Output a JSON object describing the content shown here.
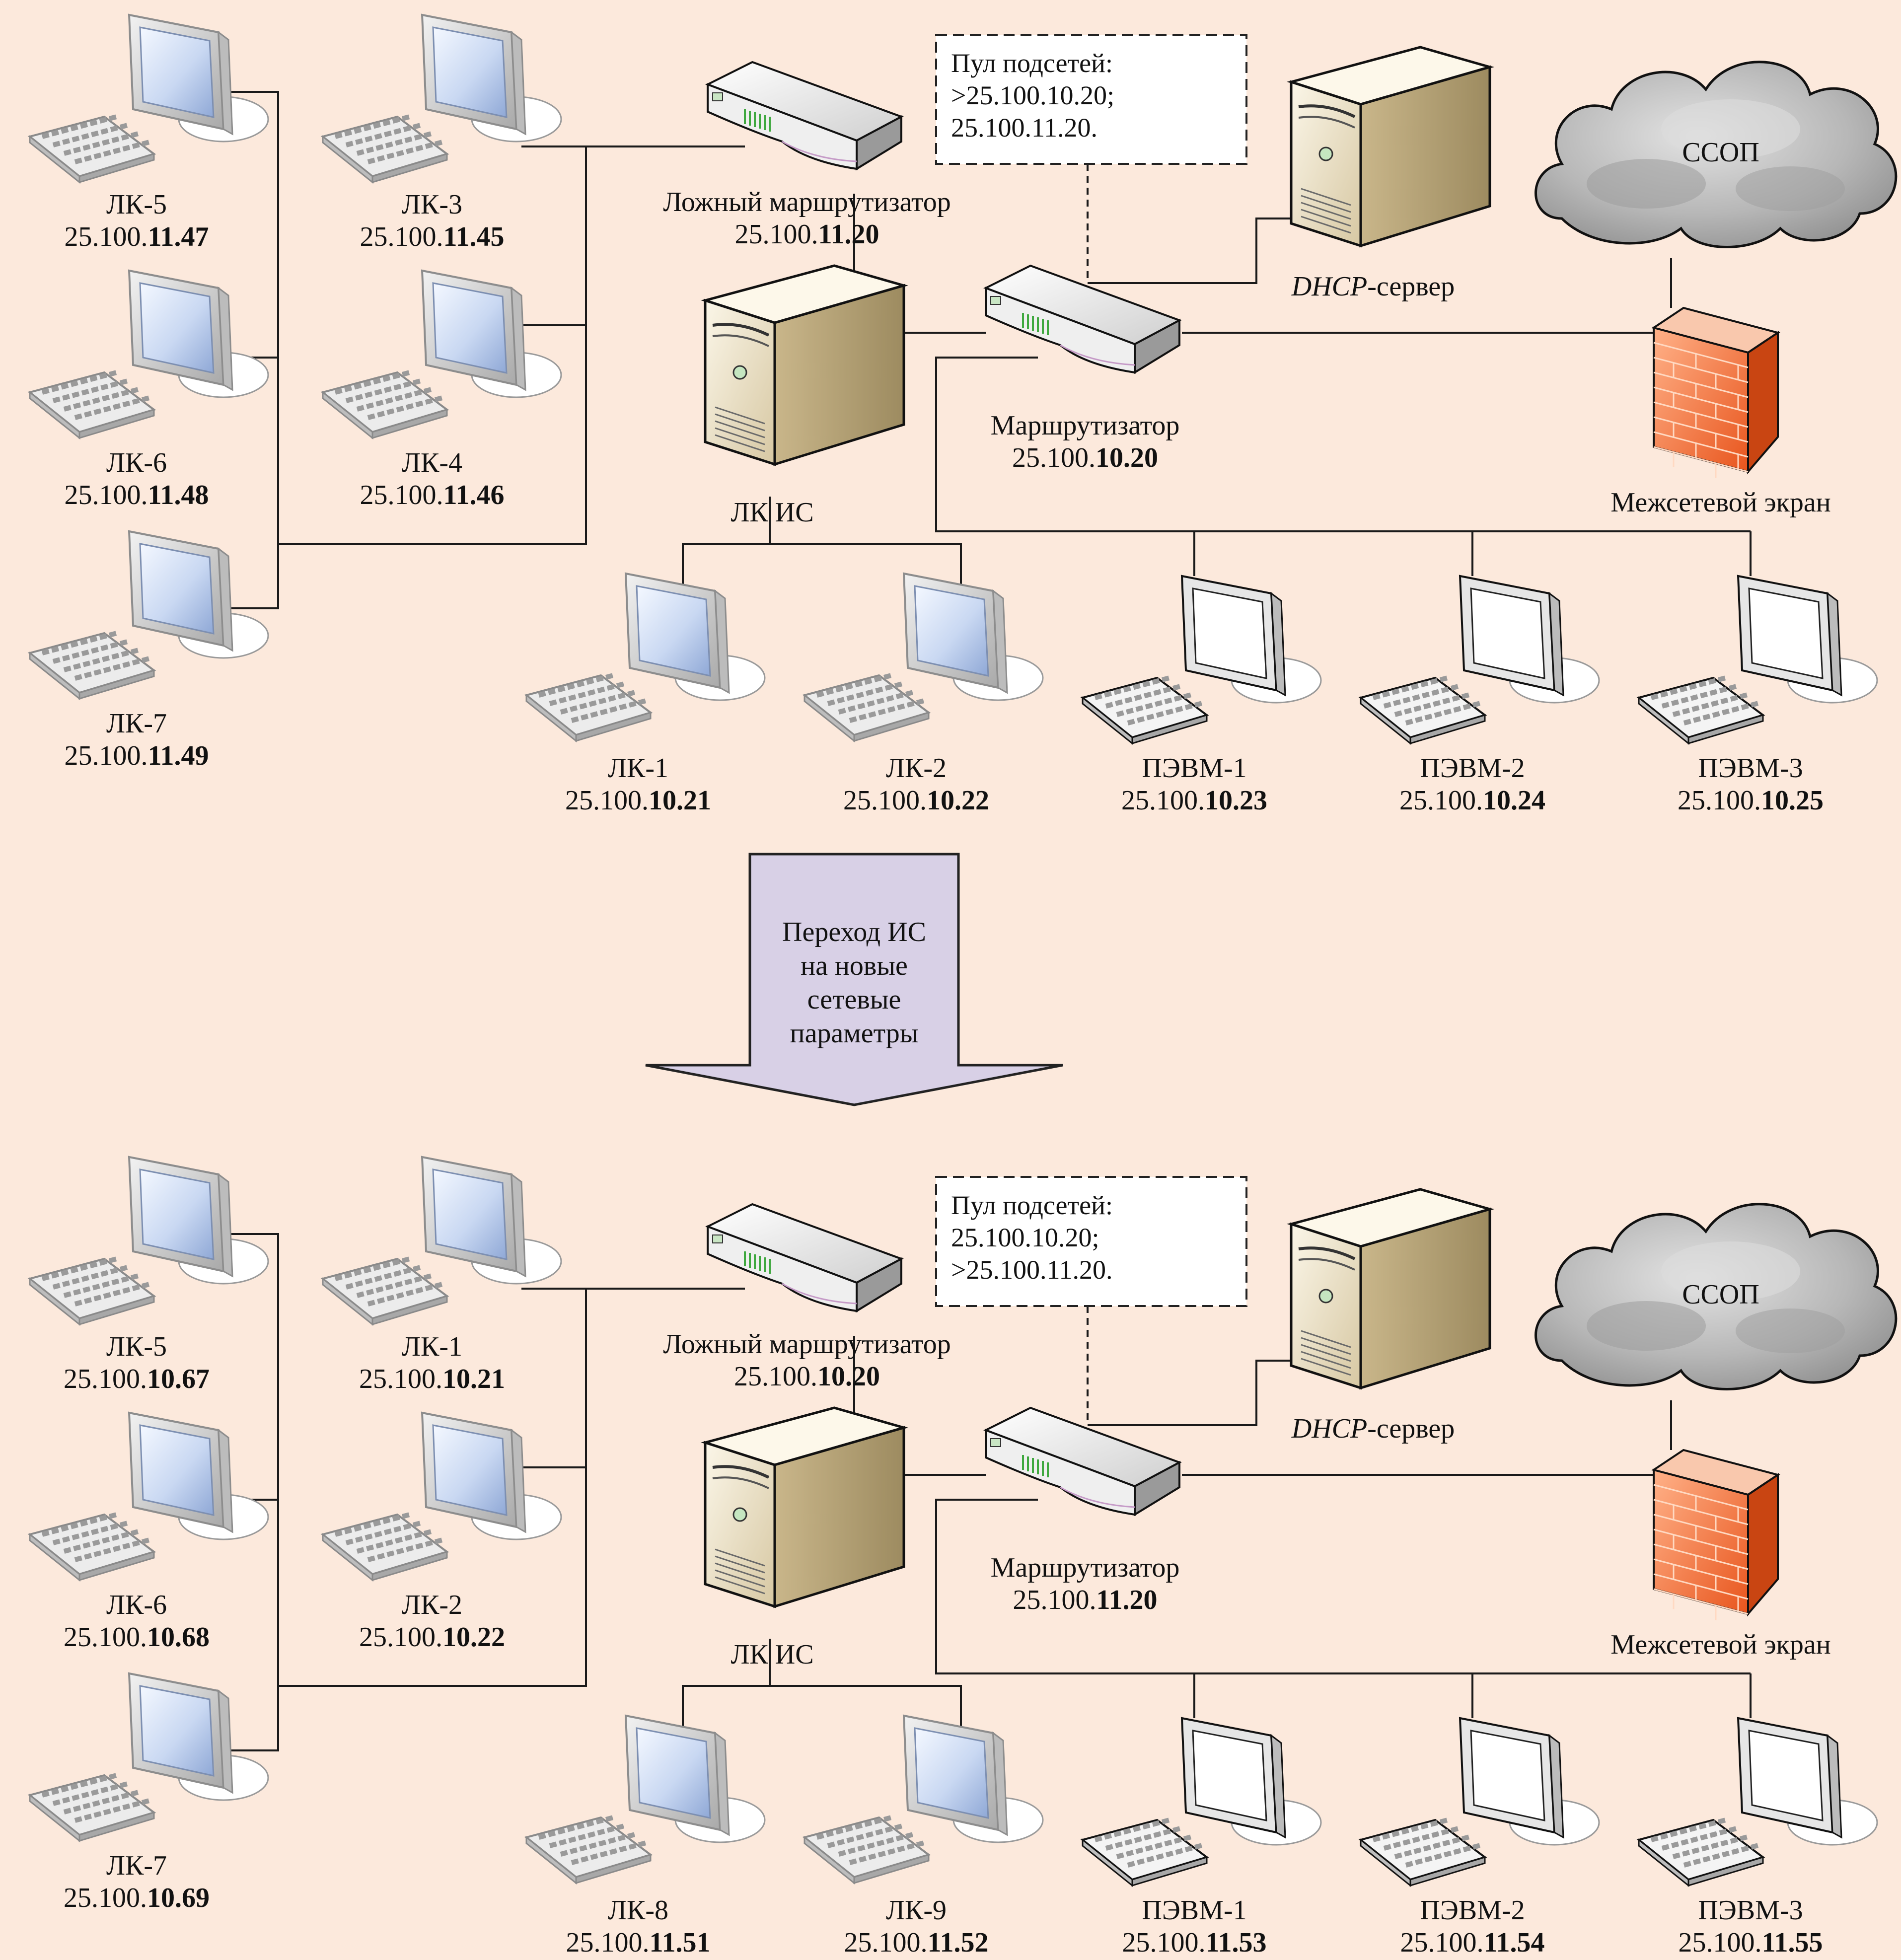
{
  "colors": {
    "background": "#fce9dc",
    "wire": "#1a1a1a",
    "arrow_fill": "#d8d0e6",
    "firewall": "#f07a3c",
    "cloud": "#b9b9b9",
    "server": "#e8dcc0"
  },
  "sections": [
    {
      "pool": [
        "Пул подсетей:",
        ">25.100.10.20;",
        "25.100.11.20."
      ],
      "fake_router": {
        "name": "Ложный маршрутизатор",
        "ip_prefix": "25.100.",
        "ip_bold": "11.20"
      },
      "router": {
        "name": "Маршрутизатор",
        "ip_prefix": "25.100.",
        "ip_bold": "10.20"
      },
      "server": {
        "name": "ЛК ИС"
      },
      "dhcp": {
        "name_italic": "DHCP",
        "name_rest": "-сервер"
      },
      "cloud": {
        "name": "ССОП"
      },
      "firewall": {
        "name": "Межсетевой экран"
      },
      "hosts": [
        {
          "name": "ЛК-5",
          "ip_prefix": "25.100.",
          "ip_bold": "11.47"
        },
        {
          "name": "ЛК-6",
          "ip_prefix": "25.100.",
          "ip_bold": "11.48"
        },
        {
          "name": "ЛК-7",
          "ip_prefix": "25.100.",
          "ip_bold": "11.49"
        },
        {
          "name": "ЛК-3",
          "ip_prefix": "25.100.",
          "ip_bold": "11.45"
        },
        {
          "name": "ЛК-4",
          "ip_prefix": "25.100.",
          "ip_bold": "11.46"
        },
        {
          "name": "ЛК-1",
          "ip_prefix": "25.100.",
          "ip_bold": "10.21"
        },
        {
          "name": "ЛК-2",
          "ip_prefix": "25.100.",
          "ip_bold": "10.22"
        },
        {
          "name": "ПЭВМ-1",
          "ip_prefix": "25.100.",
          "ip_bold": "10.23"
        },
        {
          "name": "ПЭВМ-2",
          "ip_prefix": "25.100.",
          "ip_bold": "10.24"
        },
        {
          "name": "ПЭВМ-3",
          "ip_prefix": "25.100.",
          "ip_bold": "10.25"
        }
      ]
    },
    {
      "pool": [
        "Пул подсетей:",
        "25.100.10.20;",
        ">25.100.11.20."
      ],
      "fake_router": {
        "name": "Ложный маршрутизатор",
        "ip_prefix": "25.100.",
        "ip_bold": "10.20"
      },
      "router": {
        "name": "Маршрутизатор",
        "ip_prefix": "25.100.",
        "ip_bold": "11.20"
      },
      "server": {
        "name": "ЛК ИС"
      },
      "dhcp": {
        "name_italic": "DHCP",
        "name_rest": "-сервер"
      },
      "cloud": {
        "name": "ССОП"
      },
      "firewall": {
        "name": "Межсетевой экран"
      },
      "hosts": [
        {
          "name": "ЛК-5",
          "ip_prefix": "25.100.",
          "ip_bold": "10.67"
        },
        {
          "name": "ЛК-6",
          "ip_prefix": "25.100.",
          "ip_bold": "10.68"
        },
        {
          "name": "ЛК-7",
          "ip_prefix": "25.100.",
          "ip_bold": "10.69"
        },
        {
          "name": "ЛК-1",
          "ip_prefix": "25.100.",
          "ip_bold": "10.21"
        },
        {
          "name": "ЛК-2",
          "ip_prefix": "25.100.",
          "ip_bold": "10.22"
        },
        {
          "name": "ЛК-8",
          "ip_prefix": "25.100.",
          "ip_bold": "11.51"
        },
        {
          "name": "ЛК-9",
          "ip_prefix": "25.100.",
          "ip_bold": "11.52"
        },
        {
          "name": "ПЭВМ-1",
          "ip_prefix": "25.100.",
          "ip_bold": "11.53"
        },
        {
          "name": "ПЭВМ-2",
          "ip_prefix": "25.100.",
          "ip_bold": "11.54"
        },
        {
          "name": "ПЭВМ-3",
          "ip_prefix": "25.100.",
          "ip_bold": "11.55"
        }
      ]
    }
  ],
  "transition": {
    "lines": [
      "Переход ИС",
      "на новые",
      "сетевые",
      "параметры"
    ]
  }
}
